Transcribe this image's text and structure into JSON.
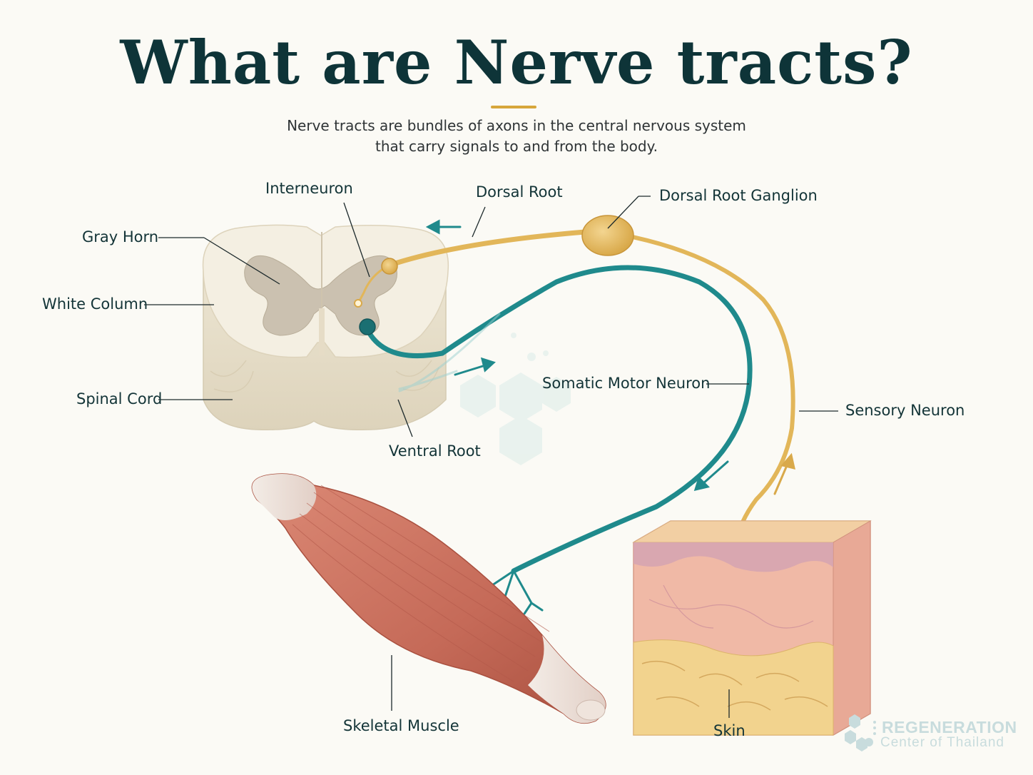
{
  "title": "What are Nerve tracts?",
  "subtitle_lines": [
    "Nerve tracts are bundles of axons in the central nervous system",
    "that carry signals to and from the body."
  ],
  "labels": {
    "interneuron": "Interneuron",
    "dorsal_root": "Dorsal Root",
    "dorsal_root_ganglion": "Dorsal Root Ganglion",
    "gray_horn": "Gray Horn",
    "white_column": "White Column",
    "spinal_cord": "Spinal Cord",
    "somatic_motor_neuron": "Somatic Motor Neuron",
    "sensory_neuron": "Sensory Neuron",
    "ventral_root": "Ventral Root",
    "skeletal_muscle": "Skeletal Muscle",
    "skin": "Skin"
  },
  "brand": {
    "name": "REGENERATION",
    "sub": "Center of Thailand"
  },
  "colors": {
    "title": "#0e3438",
    "accent_gold": "#d7a63b",
    "motor_teal": "#1f8a8c",
    "sensory_gold": "#e2b659",
    "muscle": "#c9705e",
    "skin": "#f0b9a6",
    "spinal_cord": "#efe9da"
  }
}
